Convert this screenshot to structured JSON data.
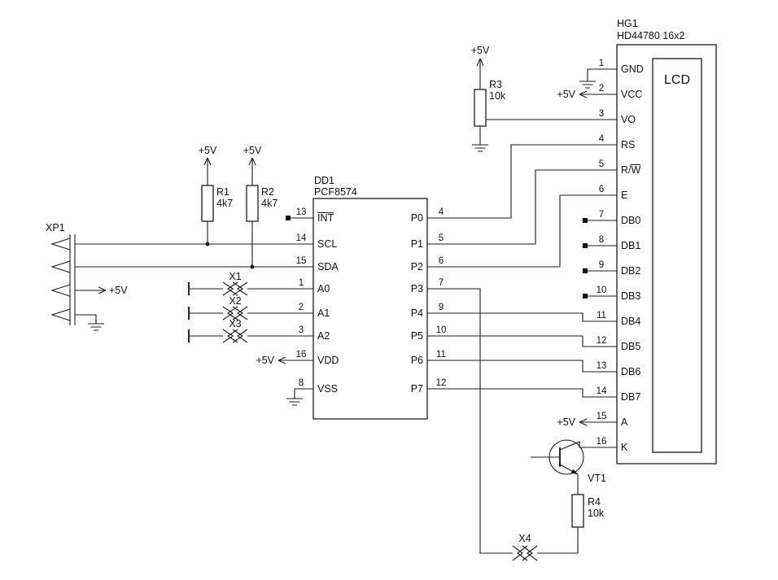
{
  "labels": {
    "v5": "+5V"
  },
  "xp1": {
    "ref": "XP1"
  },
  "r1": {
    "ref": "R1",
    "value": "4k7"
  },
  "r2": {
    "ref": "R2",
    "value": "4k7"
  },
  "r3": {
    "ref": "R3",
    "value": "10k"
  },
  "r4": {
    "ref": "R4",
    "value": "10k"
  },
  "vt1": {
    "ref": "VT1"
  },
  "x1": {
    "ref": "X1"
  },
  "x2": {
    "ref": "X2"
  },
  "x3": {
    "ref": "X3"
  },
  "x4": {
    "ref": "X4"
  },
  "dd1": {
    "ref": "DD1",
    "part": "PCF8574",
    "left_pins": [
      {
        "num": "13",
        "name": "INT"
      },
      {
        "num": "14",
        "name": "SCL"
      },
      {
        "num": "15",
        "name": "SDA"
      },
      {
        "num": "1",
        "name": "A0"
      },
      {
        "num": "2",
        "name": "A1"
      },
      {
        "num": "3",
        "name": "A2"
      },
      {
        "num": "16",
        "name": "VDD"
      },
      {
        "num": "8",
        "name": "VSS"
      }
    ],
    "right_pins": [
      {
        "num": "4",
        "name": "P0"
      },
      {
        "num": "5",
        "name": "P1"
      },
      {
        "num": "6",
        "name": "P2"
      },
      {
        "num": "7",
        "name": "P3"
      },
      {
        "num": "9",
        "name": "P4"
      },
      {
        "num": "10",
        "name": "P5"
      },
      {
        "num": "11",
        "name": "P6"
      },
      {
        "num": "12",
        "name": "P7"
      }
    ]
  },
  "hg1": {
    "ref": "HG1",
    "part": "HD44780 16x2",
    "screen": "LCD",
    "pins": [
      {
        "num": "1",
        "name": "GND"
      },
      {
        "num": "2",
        "name": "VCC"
      },
      {
        "num": "3",
        "name": "VO"
      },
      {
        "num": "4",
        "name": "RS"
      },
      {
        "num": "5",
        "name": "R/W"
      },
      {
        "num": "6",
        "name": "E"
      },
      {
        "num": "7",
        "name": "DB0"
      },
      {
        "num": "8",
        "name": "DB1"
      },
      {
        "num": "9",
        "name": "DB2"
      },
      {
        "num": "10",
        "name": "DB3"
      },
      {
        "num": "11",
        "name": "DB4"
      },
      {
        "num": "12",
        "name": "DB5"
      },
      {
        "num": "13",
        "name": "DB6"
      },
      {
        "num": "14",
        "name": "DB7"
      },
      {
        "num": "15",
        "name": "A"
      },
      {
        "num": "16",
        "name": "K"
      }
    ]
  }
}
